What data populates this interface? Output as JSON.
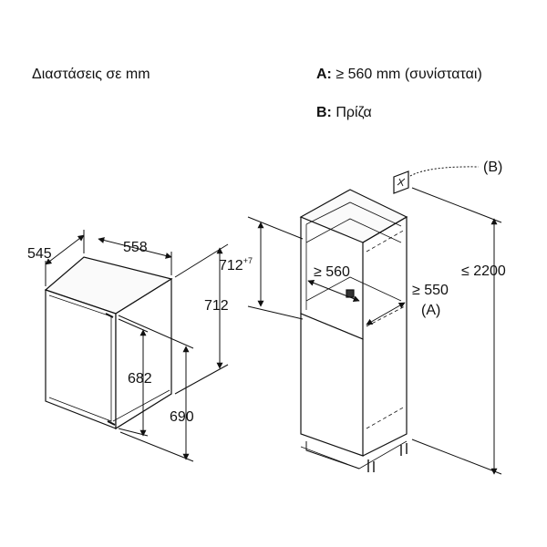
{
  "header": {
    "units_caption": "Διαστάσεις σε mm",
    "legend": [
      {
        "key": "A:",
        "text": "≥ 560 mm (συνίσταται)"
      },
      {
        "key": "B:",
        "text": "Πρίζα"
      }
    ]
  },
  "appliance": {
    "depth": "545",
    "width": "558",
    "height_total": "712",
    "height_front": "682",
    "height_niche": "690"
  },
  "cabinet": {
    "niche_height": "712",
    "niche_height_tolerance": "+7",
    "niche_width": "≥ 560",
    "depth_min": "≥ 550",
    "depth_ref": "(A)",
    "total_height": "≤ 2200",
    "socket_ref": "(B)"
  }
}
